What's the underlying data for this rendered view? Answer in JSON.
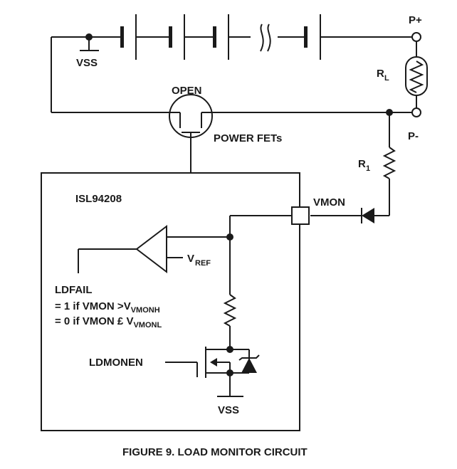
{
  "labels": {
    "vss_top": "VSS",
    "p_plus": "P+",
    "p_minus": "P-",
    "rl_main": "R",
    "rl_sub": "L",
    "open": "OPEN",
    "power_fets": "POWER FETs",
    "r1_main": "R",
    "r1_sub": "1",
    "chip_name": "ISL94208",
    "vmon": "VMON",
    "vref_main": "V",
    "vref_sub": "REF",
    "ldfail": "LDFAIL",
    "ldfail_line1_prefix": "= 1 if VMON >V",
    "ldfail_line1_sub": "VMONH",
    "ldfail_line2_prefix": "= 0 if VMON £ V",
    "ldfail_line2_sub": "VMONL",
    "ldmonen": "LDMONEN",
    "vss_bottom": "VSS"
  },
  "caption": "FIGURE 9.  LOAD MONITOR CIRCUIT"
}
